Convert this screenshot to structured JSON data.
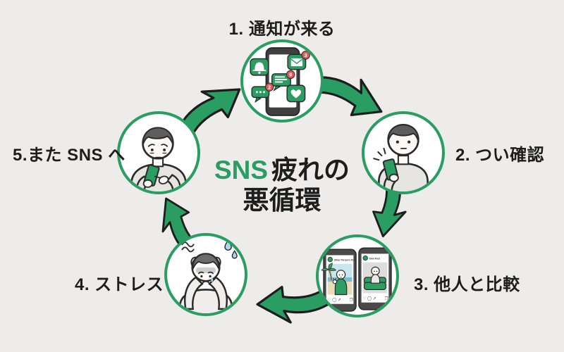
{
  "title": {
    "highlight": "SNS",
    "line1_rest": "疲れの",
    "line2": "悪循環"
  },
  "steps": [
    {
      "label": "1. 通知が来る"
    },
    {
      "label": "2. つい確認"
    },
    {
      "label": "3. 他人と比較"
    },
    {
      "label": "4. ストレス"
    },
    {
      "label": "5.また SNS へ"
    }
  ],
  "notification_badges": {
    "mail": "3",
    "chat": "9",
    "message": "2"
  },
  "compare_screens": {
    "other_post_label": "Other Person's Post",
    "own_post_label": "Own Post"
  },
  "colors": {
    "accent_green": "#2a9d62",
    "background": "#edecea",
    "outline_dark": "#1d1d1d",
    "badge_red": "#e05757",
    "title_text": "#1d1d1d"
  }
}
